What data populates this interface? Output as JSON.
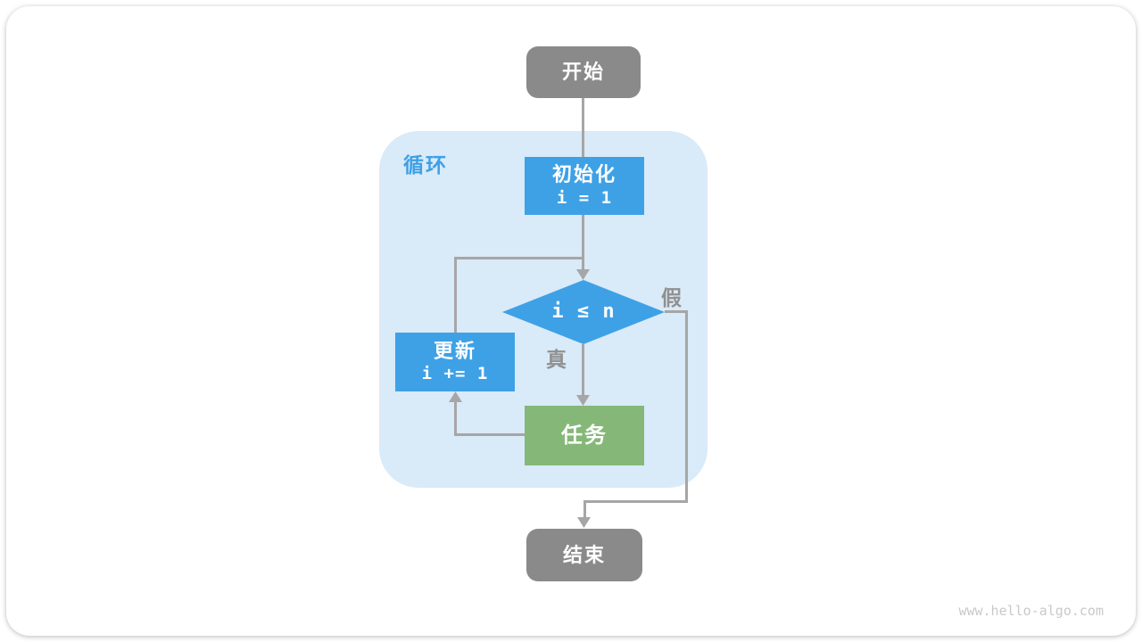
{
  "diagram": {
    "type": "flowchart",
    "loop_label": "循环",
    "nodes": {
      "start": {
        "label": "开始"
      },
      "init": {
        "label": "初始化",
        "code": "i = 1"
      },
      "condition": {
        "label": "i ≤ n"
      },
      "update": {
        "label": "更新",
        "code": "i += 1"
      },
      "task": {
        "label": "任务"
      },
      "end": {
        "label": "结束"
      }
    },
    "edge_labels": {
      "true": "真",
      "false": "假"
    }
  },
  "watermark": "www.hello-algo.com",
  "colors": {
    "node_gray": "#8A8A8A",
    "node_blue": "#3EA1E6",
    "node_green": "#85B878",
    "loop_bg": "#D9EAF8",
    "loop_label_blue": "#3FA0E5",
    "edge_gray": "#A6A6A6",
    "edge_label_gray": "#909090",
    "watermark_gray": "#C9C9C9"
  }
}
